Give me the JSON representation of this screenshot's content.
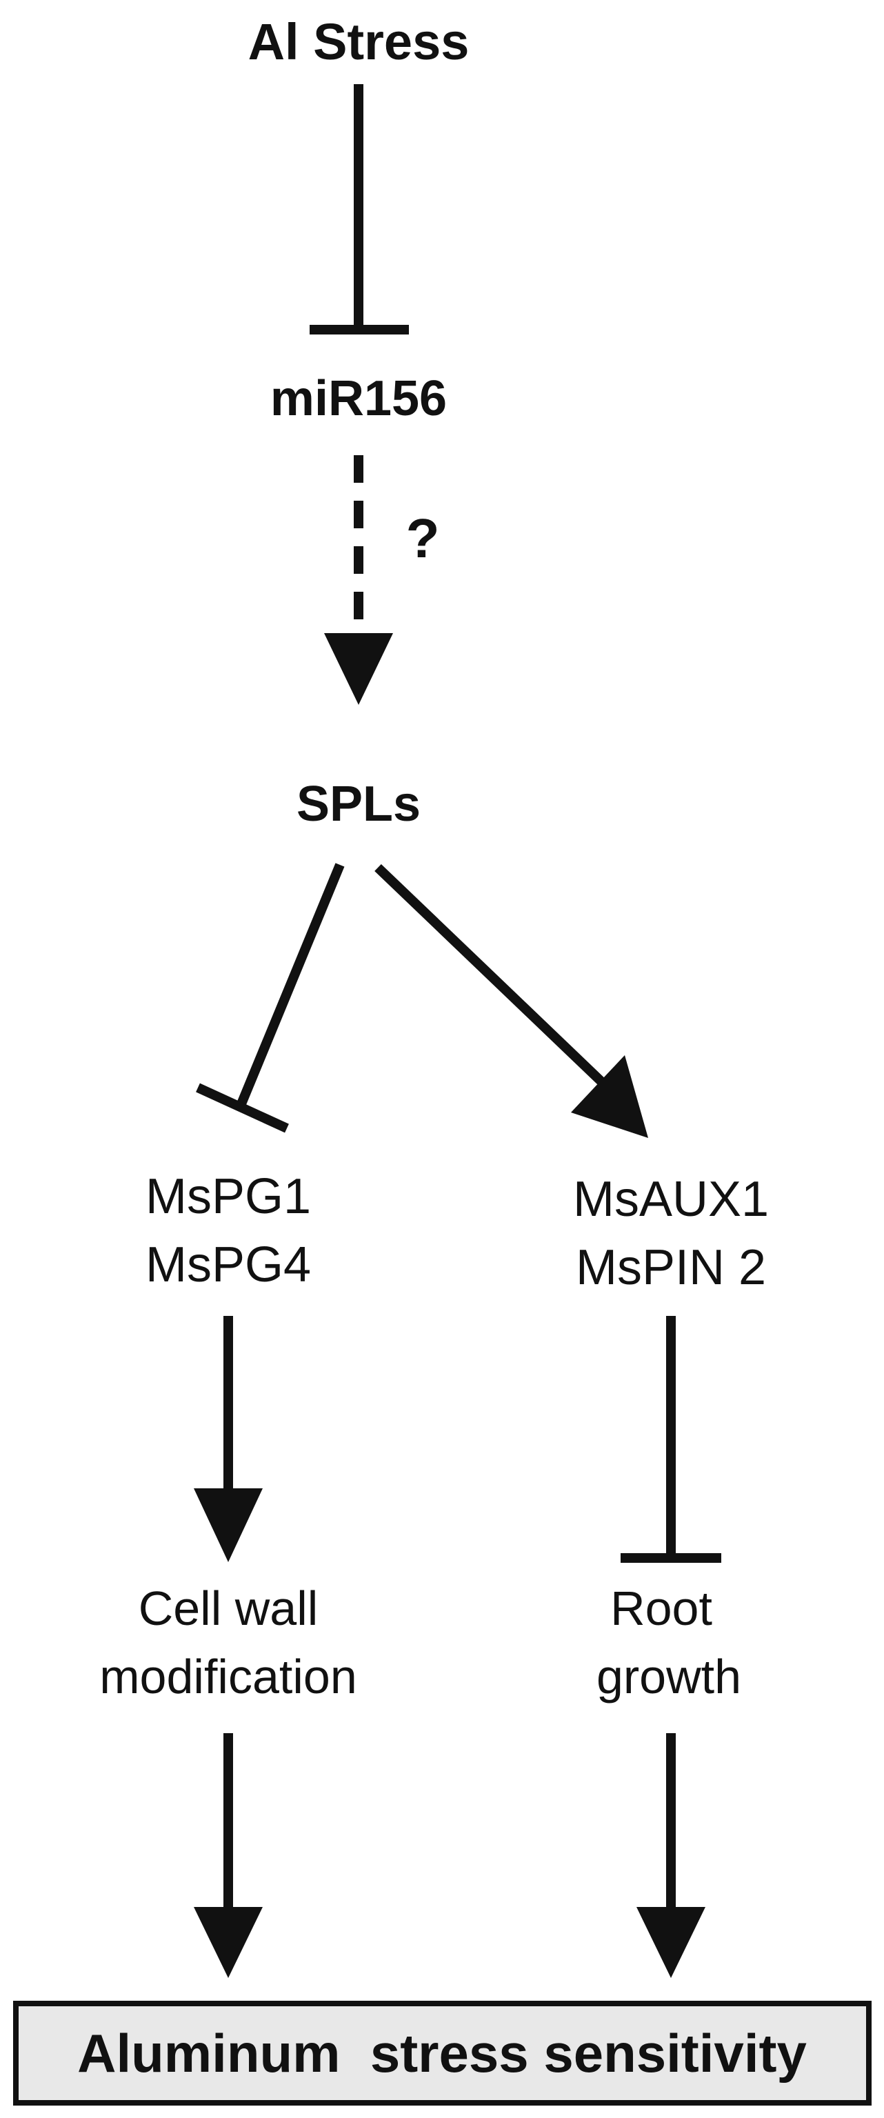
{
  "nodes": {
    "al_stress": "Al Stress",
    "mir156": "miR156",
    "unknown_link": "?",
    "spls": "SPLs",
    "mspg_line1": "MsPG1",
    "mspg_line2": "MsPG4",
    "msaux_line1": "MsAUX1",
    "msaux_line2": "MsPIN 2",
    "cell_wall_line1": "Cell wall",
    "cell_wall_line2": "modification",
    "root_line1": "Root",
    "root_line2": "growth"
  },
  "outcome": {
    "label": "Aluminum  stress sensitivity",
    "box_fill": "#e8e8e8",
    "border_color": "#111111"
  },
  "relations": [
    {
      "from": "Al Stress",
      "to": "miR156",
      "type": "inhibition"
    },
    {
      "from": "miR156",
      "to": "SPLs",
      "type": "putative activation"
    },
    {
      "from": "SPLs",
      "to": "MsPG1/MsPG4",
      "type": "inhibition"
    },
    {
      "from": "SPLs",
      "to": "MsAUX1/MsPIN 2",
      "type": "activation"
    },
    {
      "from": "MsPG1/MsPG4",
      "to": "Cell wall modification",
      "type": "activation"
    },
    {
      "from": "MsAUX1/MsPIN 2",
      "to": "Root growth",
      "type": "inhibition"
    },
    {
      "from": "Cell wall modification",
      "to": "Aluminum stress sensitivity",
      "type": "activation"
    },
    {
      "from": "Root growth",
      "to": "Aluminum stress sensitivity",
      "type": "activation"
    }
  ]
}
